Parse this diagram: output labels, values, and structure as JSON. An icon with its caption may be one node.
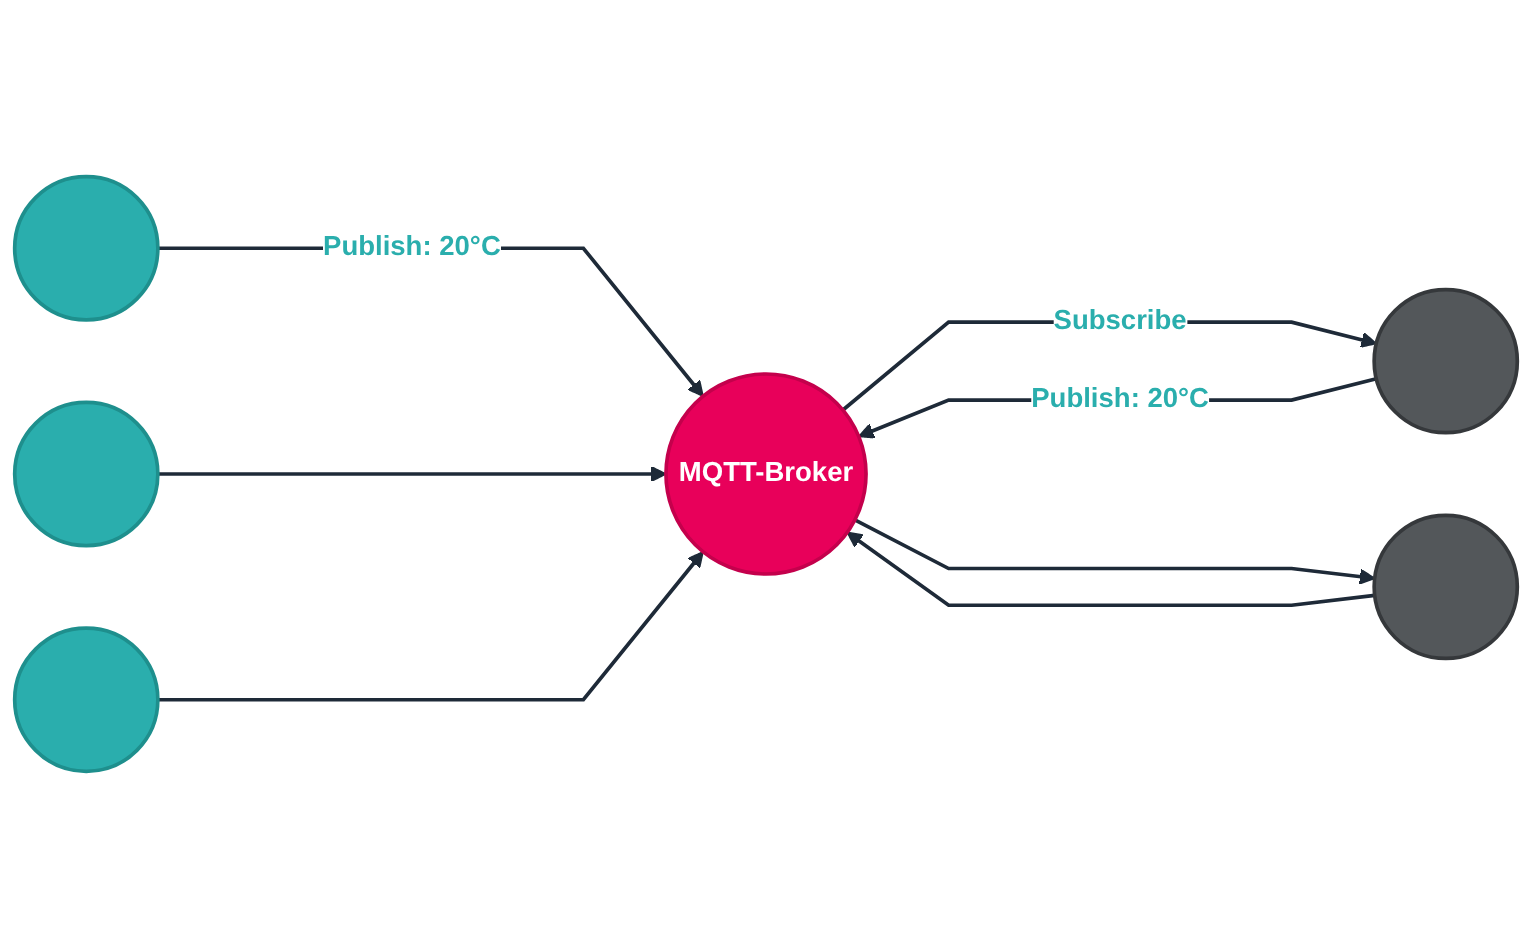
{
  "diagram": {
    "nodes": [
      {
        "text": [],
        "shape": "circle"
      },
      {
        "text": [],
        "shape": "circle"
      },
      {
        "text": [],
        "shape": "circle"
      },
      {
        "text": [
          "MQTT-Broker"
        ]
      },
      {
        "text": [],
        "shape": "circle"
      },
      {
        "text": [],
        "shape": "circle"
      }
    ],
    "edges": [
      {
        "from": 0,
        "to": 3,
        "arrow": "to",
        "label": "Publish: 20°C"
      },
      {
        "from": 1,
        "to": 3,
        "arrow": "to"
      },
      {
        "from": 2,
        "to": 3,
        "arrow": "to"
      },
      {
        "from": 3,
        "to": 4,
        "arrow": "to",
        "label": "Subscribe"
      },
      {
        "from": 4,
        "to": 3,
        "arrow": "to",
        "label": "Publish: 20°C"
      },
      {
        "from": 5,
        "to": 3,
        "arrow": "to"
      },
      {
        "from": 3,
        "to": 5,
        "arrow": "to"
      }
    ]
  }
}
